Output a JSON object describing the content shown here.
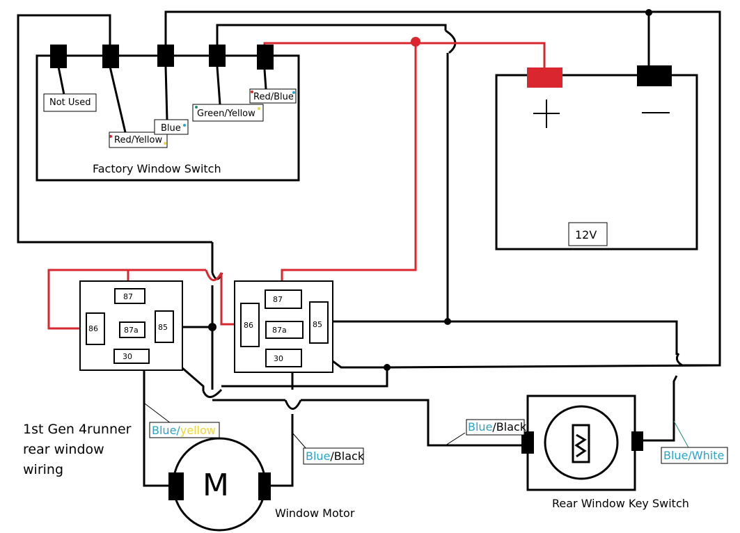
{
  "title_lines": [
    "1st Gen 4runner",
    "rear window",
    "wiring"
  ],
  "factory_switch": {
    "title": "Factory Window Switch",
    "terminals": [
      "Not Used",
      "Red/Yellow",
      "Blue",
      "Green/Yellow",
      "Red/Blue"
    ]
  },
  "battery": {
    "voltage": "12V",
    "plus": "+",
    "minus": "−"
  },
  "relay_left": {
    "pins": {
      "p87": "87",
      "p86": "86",
      "p87a": "87a",
      "p85": "85",
      "p30": "30"
    }
  },
  "relay_right": {
    "pins": {
      "p87": "87",
      "p86": "86",
      "p87a": "87a",
      "p85": "85",
      "p30": "30"
    }
  },
  "motor": {
    "label": "Window Motor",
    "symbol": "M"
  },
  "key_switch": {
    "label": "Rear Window Key Switch"
  },
  "wire_labels": {
    "blue_yellow": {
      "part1": "Blue",
      "sep": "/",
      "part2": "yellow"
    },
    "blue_black_motor": {
      "part1": "Blue",
      "sep": "/",
      "part2": "Black"
    },
    "blue_black_key": {
      "part1": "Blue",
      "sep": "/",
      "part2": "Black"
    },
    "blue_white": {
      "part1": "Blue",
      "sep": "/",
      "part2": "White"
    }
  },
  "colors": {
    "wire": "#000000",
    "positive": "#d9262f",
    "blue_text": "#2aa3c8",
    "yellow_text": "#e8d63a",
    "leader_green": "#1e8a76"
  }
}
